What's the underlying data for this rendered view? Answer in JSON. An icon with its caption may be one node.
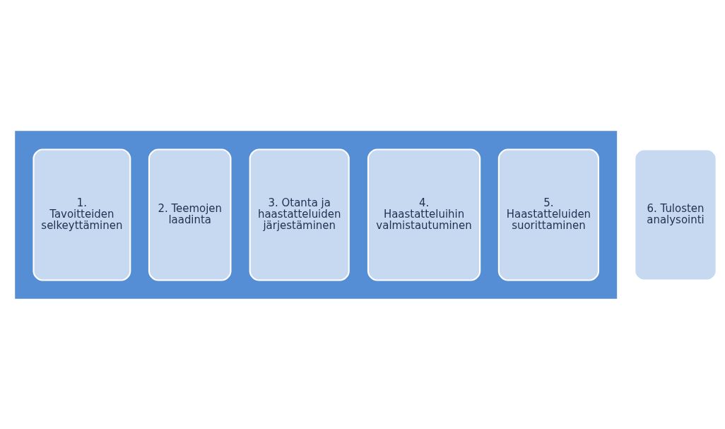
{
  "diagram": {
    "nodes": [
      {
        "text": [],
        "shape": "arrow"
      },
      {
        "text": [
          "1. Tavoitteiden selkeyttäminen"
        ],
        "in": 0
      },
      {
        "text": [
          "2. Teemojen laadinta"
        ],
        "in": 0
      },
      {
        "text": [
          "3. Otanta ja haastatteluiden järjestäminen"
        ],
        "in": 0
      },
      {
        "text": [
          "4. Haastatteluihin valmistautuminen"
        ],
        "in": 0
      },
      {
        "text": [
          "5. Haastatteluiden suorittaminen"
        ],
        "in": 0
      },
      {
        "text": [
          "6. Tulosten analysointi"
        ]
      }
    ],
    "edges": []
  }
}
